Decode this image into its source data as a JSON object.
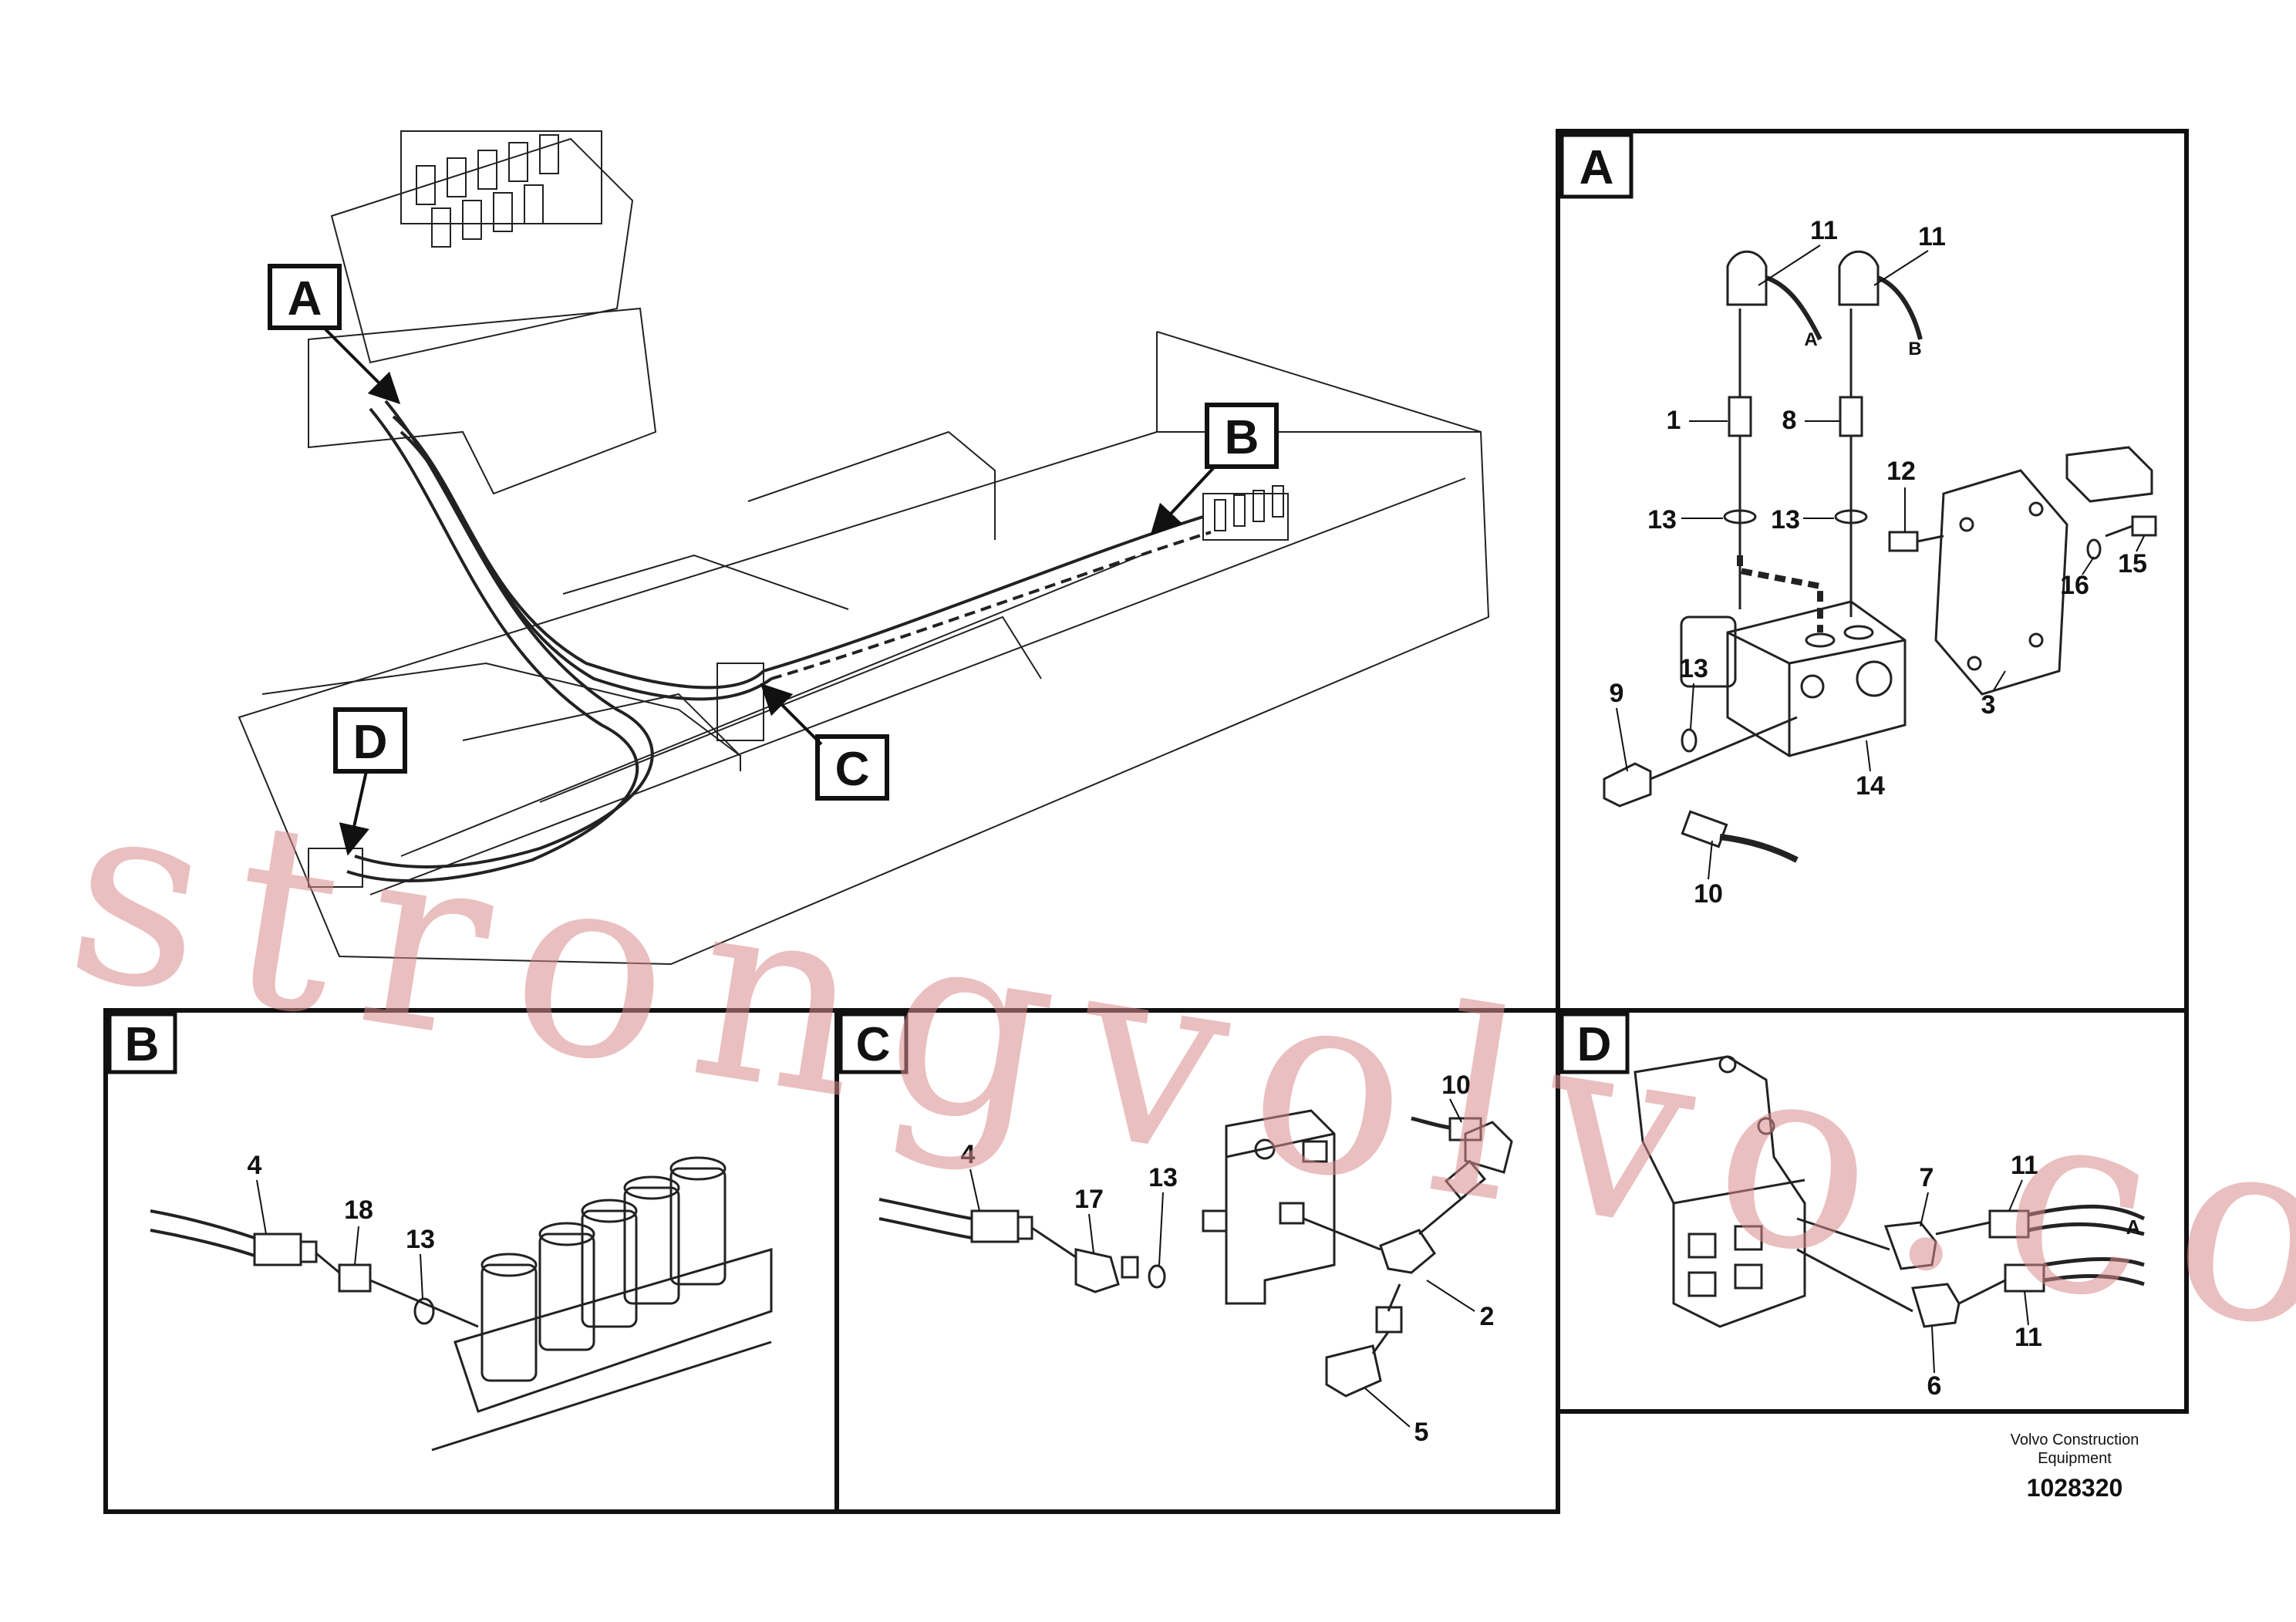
{
  "overview_callouts": [
    "A",
    "B",
    "C",
    "D"
  ],
  "detail_panels": {
    "A": {
      "title": "A",
      "labels": [
        "11",
        "11",
        "A",
        "B",
        "1",
        "8",
        "12",
        "13",
        "13",
        "16",
        "15",
        "3",
        "9",
        "13",
        "14",
        "10"
      ]
    },
    "B": {
      "title": "B",
      "labels": [
        "4",
        "18",
        "13"
      ]
    },
    "C": {
      "title": "C",
      "labels": [
        "10",
        "4",
        "17",
        "13",
        "2",
        "5"
      ]
    },
    "D": {
      "title": "D",
      "labels": [
        "11",
        "7",
        "A",
        "6",
        "11"
      ]
    }
  },
  "watermark": "strongvolvo.com",
  "footer": {
    "company_line1": "Volvo Construction",
    "company_line2": "Equipment",
    "drawing_number": "1028320"
  }
}
